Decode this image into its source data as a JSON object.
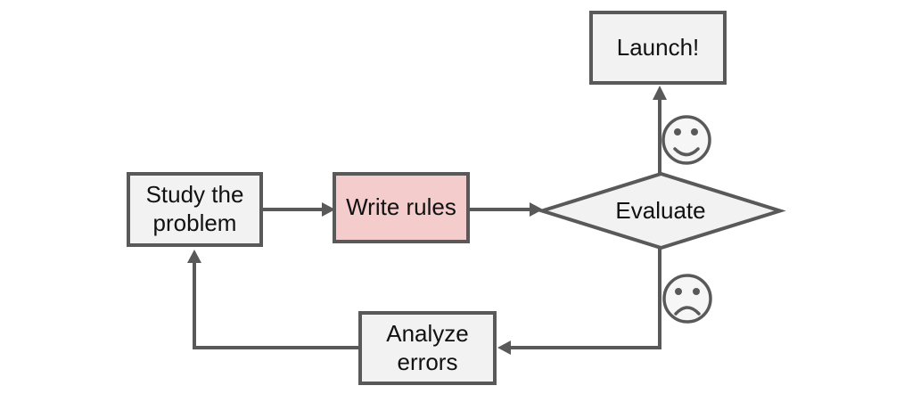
{
  "nodes": {
    "study_problem": {
      "lines": [
        "Study the",
        "problem"
      ]
    },
    "write_rules": {
      "lines": [
        "Write rules"
      ],
      "highlighted": true
    },
    "evaluate": {
      "lines": [
        "Evaluate"
      ],
      "shape": "diamond"
    },
    "launch": {
      "lines": [
        "Launch!"
      ]
    },
    "analyze_errors": {
      "lines": [
        "Analyze",
        "errors"
      ]
    }
  },
  "icons": {
    "success_branch": "happy-face-icon",
    "failure_branch": "sad-face-icon"
  },
  "colors": {
    "background": "#ffffff",
    "node_fill": "#f2f2f2",
    "highlight_node_fill": "#f4cccc",
    "border": "#595959",
    "face_fill": "#f6f6f6",
    "text": "#111111"
  }
}
